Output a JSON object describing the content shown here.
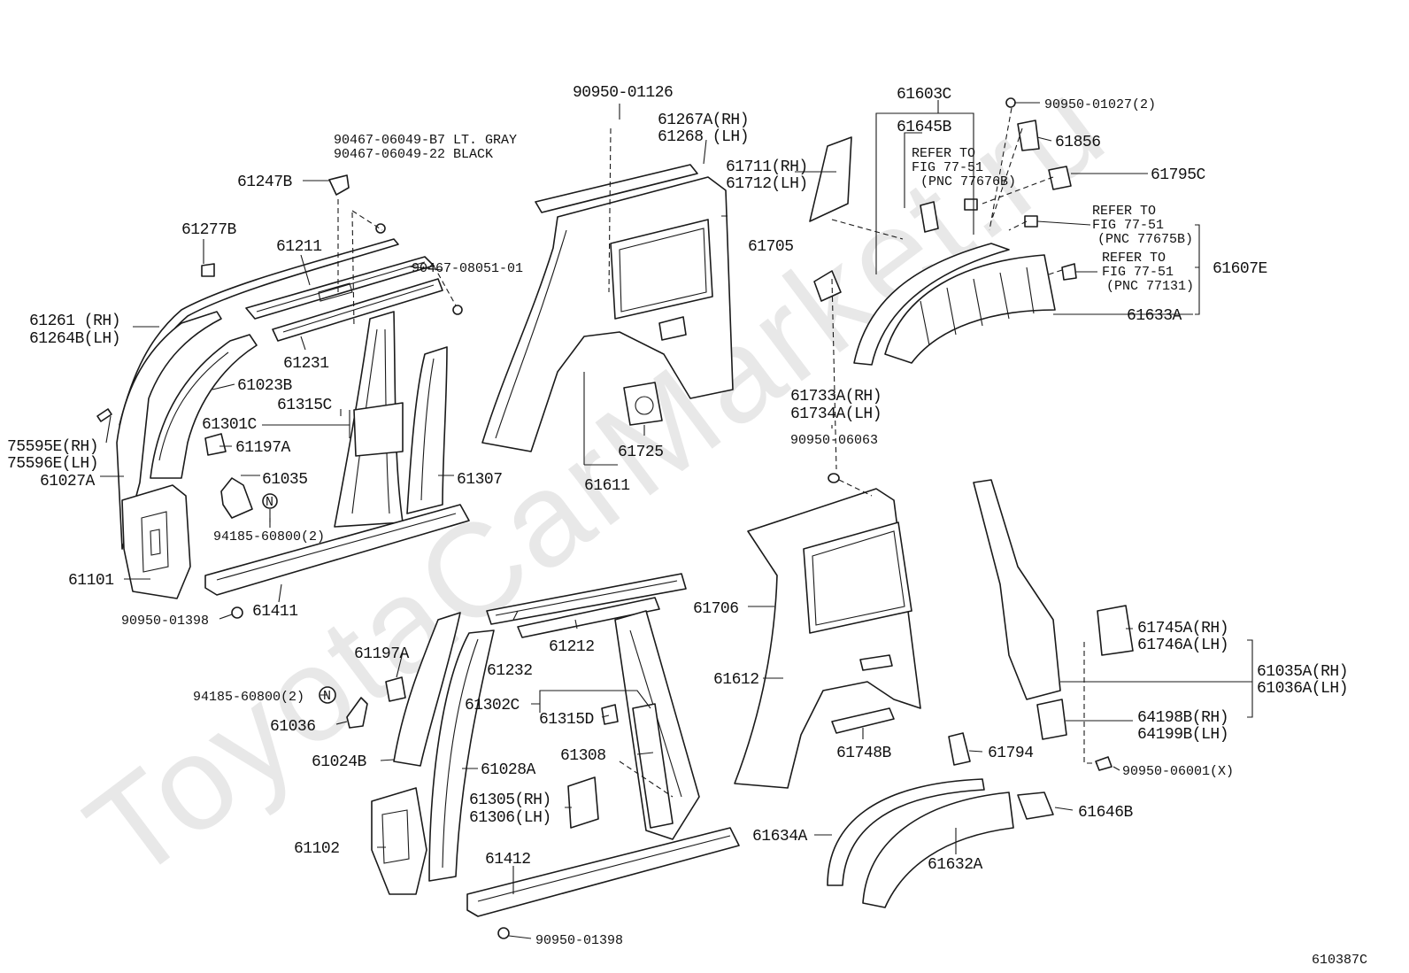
{
  "watermark": "ToyotaCarMarket.ru",
  "figure_code": "610387C",
  "labels": {
    "p90950_01126": "90950-01126",
    "p61267A": "61267A(RH)",
    "p61268": "61268 (LH)",
    "p90467_b7": "90467-06049-B7 LT. GRAY",
    "p90467_22": "90467-06049-22 BLACK",
    "p61247B": "61247B",
    "p61277B": "61277B",
    "p61211": "61211",
    "p90467_08051": "90467-08051-01",
    "p61261": "61261 (RH)",
    "p61264B": "61264B(LH)",
    "p61231": "61231",
    "p61023B": "61023B",
    "p61301C": "61301C",
    "p61315C": "61315C",
    "p61197A_1": "61197A",
    "p75595E": "75595E(RH)",
    "p75596E": "75596E(LH)",
    "p61027A": "61027A",
    "p61035": "61035",
    "p61307": "61307",
    "p94185_1": "94185-60800(2)",
    "p61101": "61101",
    "p90950_01398_1": "90950-01398",
    "p61411": "61411",
    "p61705": "61705",
    "p61725": "61725",
    "p61611": "61611",
    "p61711": "61711(RH)",
    "p61712": "61712(LH)",
    "p61603C": "61603C",
    "p61645B": "61645B",
    "refer1_a": "REFER TO",
    "refer1_b": "FIG 77-51",
    "refer1_c": "(PNC 77676B)",
    "p90950_01027": "90950-01027(2)",
    "p61856": "61856",
    "p61795C": "61795C",
    "refer2_a": "REFER TO",
    "refer2_b": "FIG 77-51",
    "refer2_c": "(PNC 77675B)",
    "refer3_a": "REFER TO",
    "refer3_b": "FIG 77-51",
    "refer3_c": "(PNC 77131)",
    "p61607E": "61607E",
    "p61633A": "61633A",
    "p61733A": "61733A(RH)",
    "p61734A": "61734A(LH)",
    "p90950_06063": "90950-06063",
    "p61232": "61232",
    "p61212": "61212",
    "p61197A_2": "61197A",
    "p94185_2": "94185-60800(2)",
    "p61036": "61036",
    "p61302C": "61302C",
    "p61315D": "61315D",
    "p61308": "61308",
    "p61024B": "61024B",
    "p61028A": "61028A",
    "p61305": "61305(RH)",
    "p61306": "61306(LH)",
    "p61102": "61102",
    "p61412": "61412",
    "p90950_01398_2": "90950-01398",
    "p61706": "61706",
    "p61612": "61612",
    "p61748B": "61748B",
    "p61794": "61794",
    "p61745A": "61745A(RH)",
    "p61746A": "61746A(LH)",
    "p61035A": "61035A(RH)",
    "p61036A": "61036A(LH)",
    "p64198B": "64198B(RH)",
    "p64199B": "64199B(LH)",
    "p90950_06001": "90950-06001(X)",
    "p61634A": "61634A",
    "p61632A": "61632A",
    "p61646B": "61646B",
    "n_symbol": "N"
  }
}
